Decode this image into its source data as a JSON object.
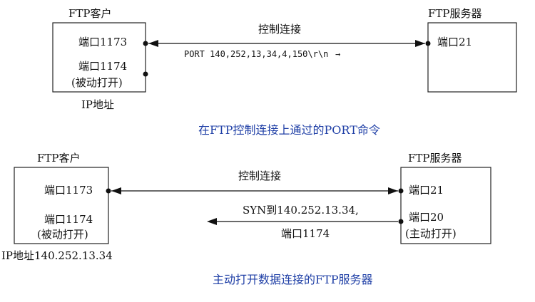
{
  "top": {
    "client_title": "FTP客户",
    "server_title": "FTP服务器",
    "client_port_1173": "端口1173",
    "client_port_1174": "端口1174",
    "client_passive_open": "(被动打开)",
    "client_ip_label": "IP地址",
    "server_port_21": "端口21",
    "control_conn_label": "控制连接",
    "port_command": "PORT 140,252,13,34,4,150\\r\\n",
    "port_command_arrow": "→",
    "caption": "在FTP控制连接上通过的PORT命令"
  },
  "bottom": {
    "client_title": "FTP客户",
    "server_title": "FTP服务器",
    "client_port_1173": "端口1173",
    "client_port_1174": "端口1174",
    "client_passive_open": "(被动打开)",
    "client_ip_label": "IP地址140.252.13.34",
    "server_port_21": "端口21",
    "server_port_20": "端口20",
    "server_active_open": "(主动打开)",
    "control_conn_label": "控制连接",
    "syn_label": "SYN到140.252.13.34,",
    "syn_port_label": "端口1174",
    "caption": "主动打开数据连接的FTP服务器"
  },
  "colors": {
    "caption": "#1f3fa6",
    "line": "#111111"
  }
}
